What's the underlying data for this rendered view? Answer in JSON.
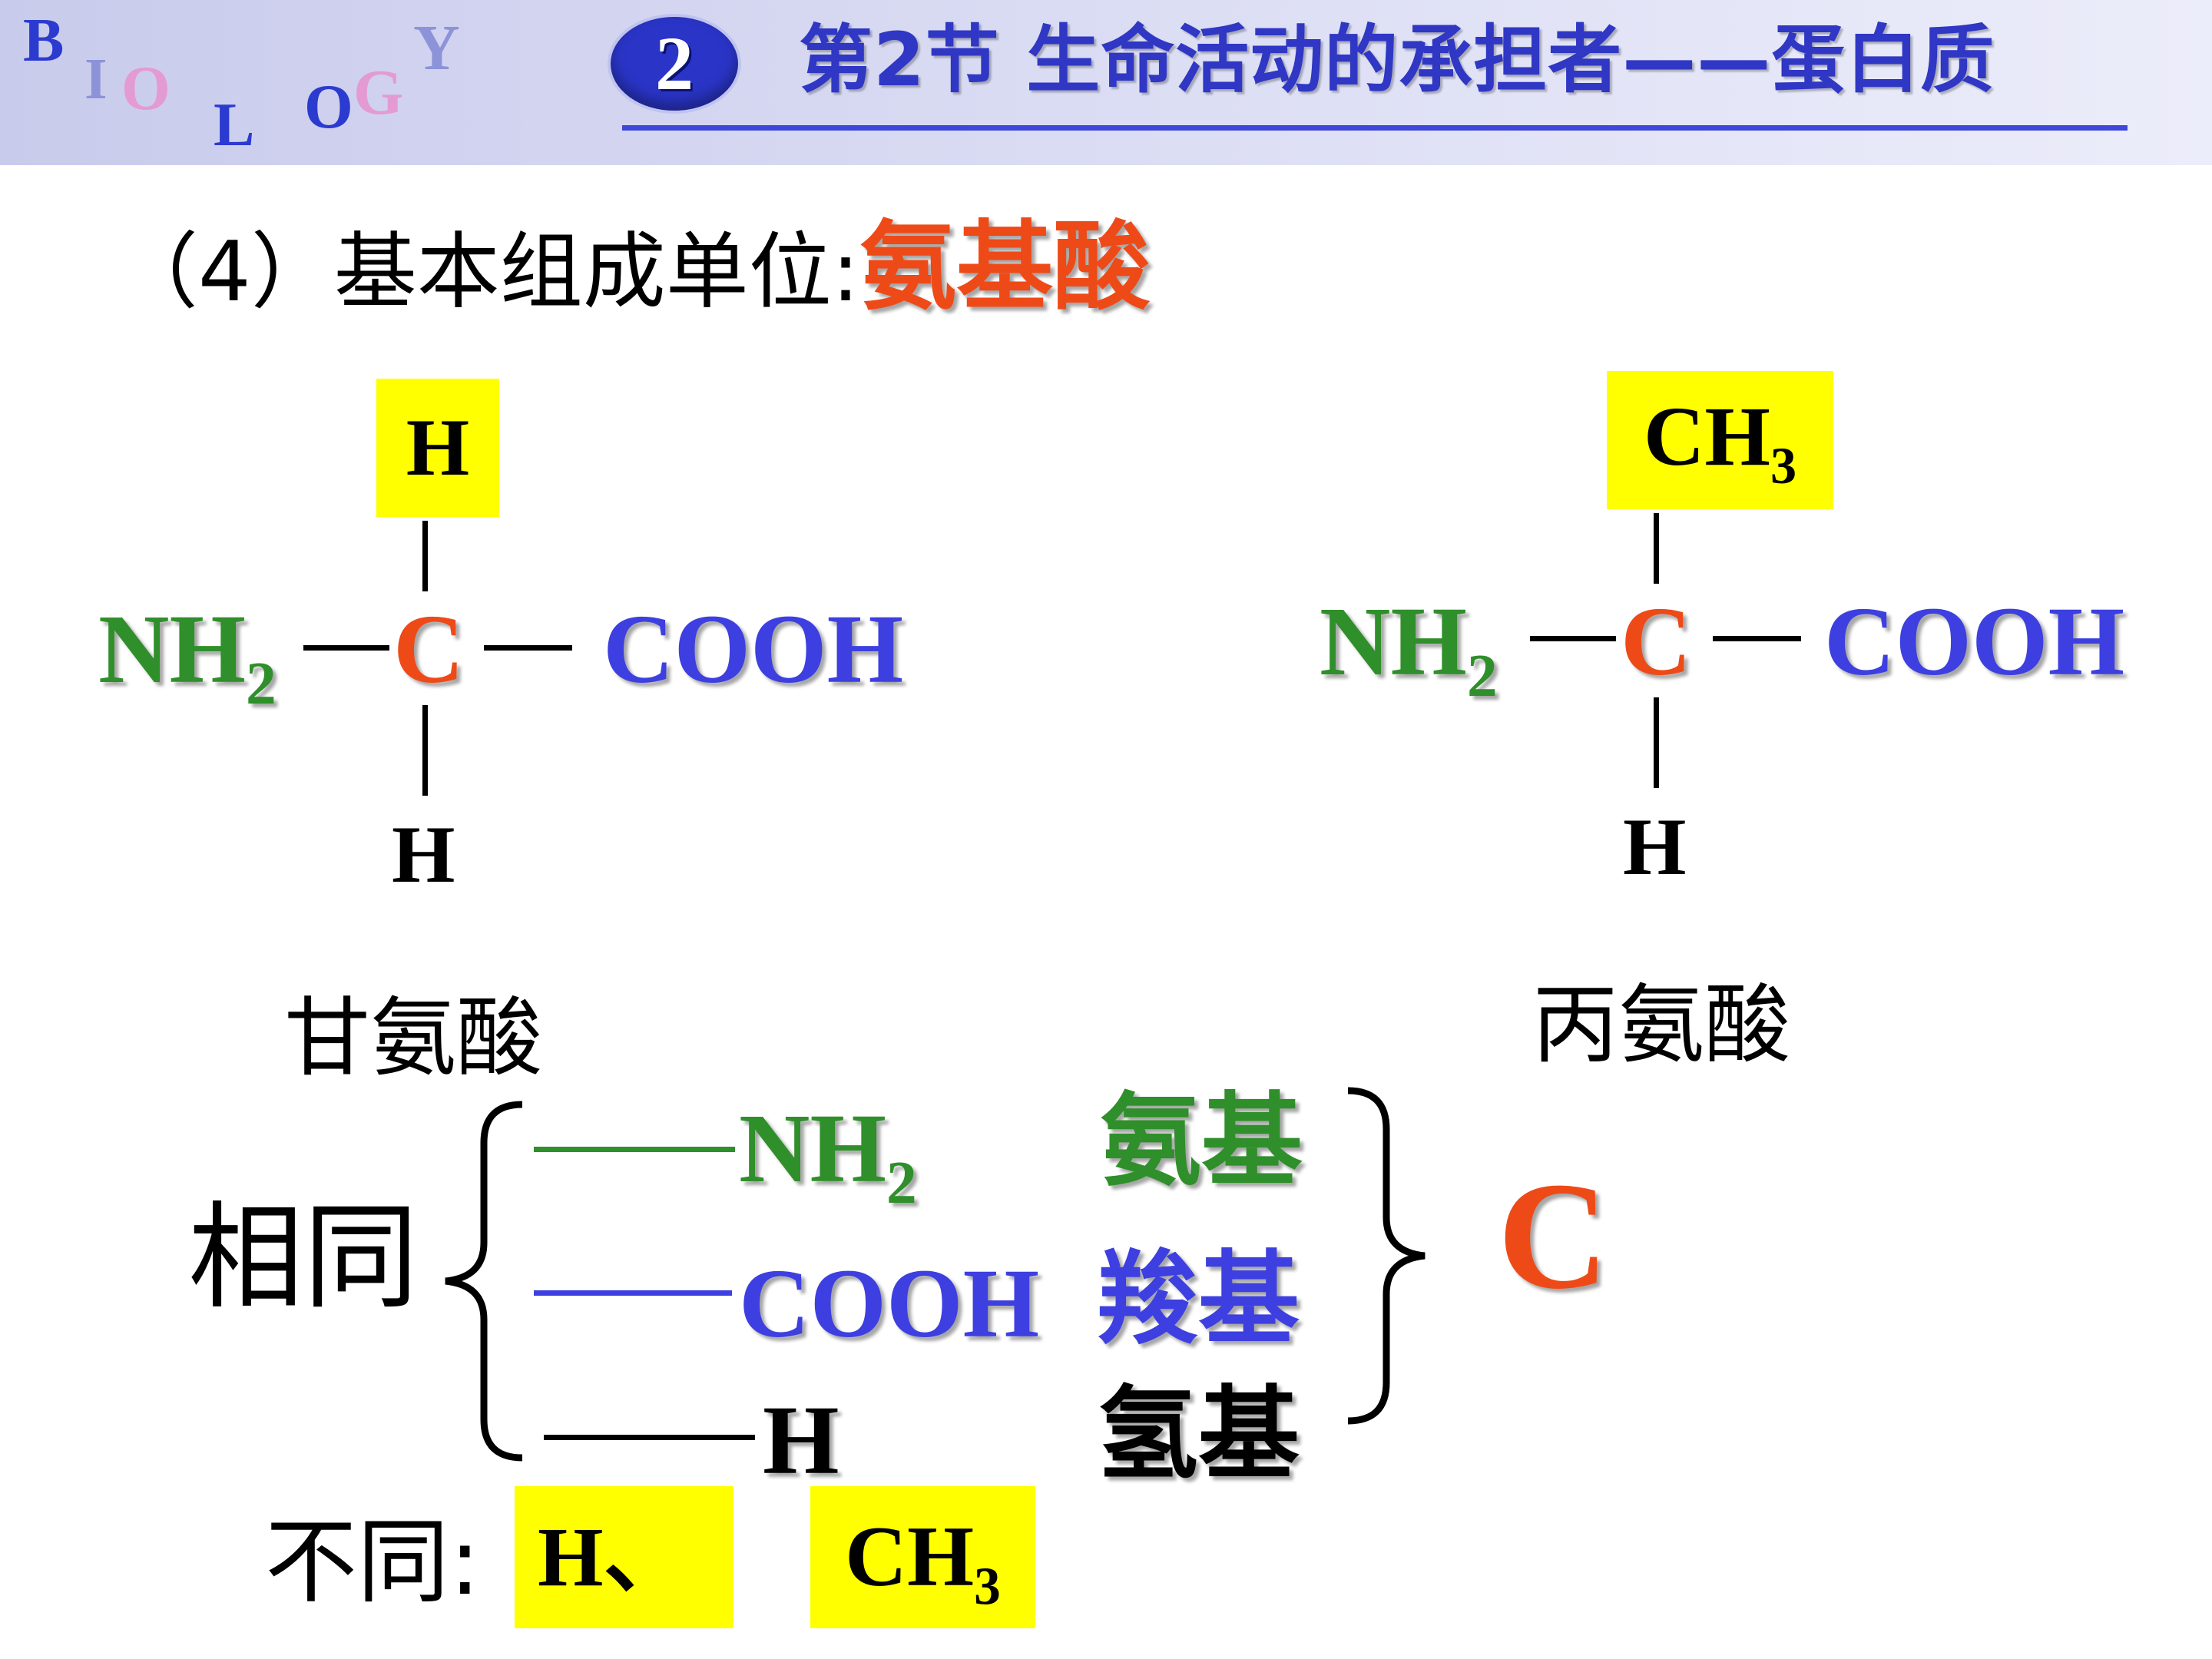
{
  "header": {
    "logo_letters": [
      "B",
      "I",
      "O",
      "L",
      "O",
      "G",
      "Y"
    ],
    "badge_number": "2",
    "title": "第2节 生命活动的承担者——蛋白质"
  },
  "section": {
    "prefix": "（4）基本组成单位:",
    "highlight": "氨基酸"
  },
  "glycine": {
    "top": "H",
    "left_main": "NH",
    "left_sub": "2",
    "center": "C",
    "right": "COOH",
    "bottom": "H",
    "name": "甘氨酸"
  },
  "alanine": {
    "top_main": "CH",
    "top_sub": "3",
    "left_main": "NH",
    "left_sub": "2",
    "center": "C",
    "right": "COOH",
    "bottom": "H",
    "name": "丙氨酸"
  },
  "same": {
    "label": "相同",
    "rows": [
      {
        "dash": "——",
        "group_main": "NH",
        "group_sub": "2",
        "group_name": "氨基"
      },
      {
        "dash": "——",
        "group_main": "COOH",
        "group_sub": "",
        "group_name": "羧基"
      },
      {
        "dash": "——",
        "group_main": "H",
        "group_sub": "",
        "group_name": "氢基"
      }
    ],
    "center_atom": "C"
  },
  "different": {
    "label": "不同:",
    "item1": "H、",
    "item2_main": "CH",
    "item2_sub": "3"
  },
  "colors": {
    "amino": "#2f8f2a",
    "carboxyl": "#3d3fe0",
    "carbon": "#ee4a18",
    "highlight": "#ffff00",
    "header_title": "#2f37c4"
  }
}
